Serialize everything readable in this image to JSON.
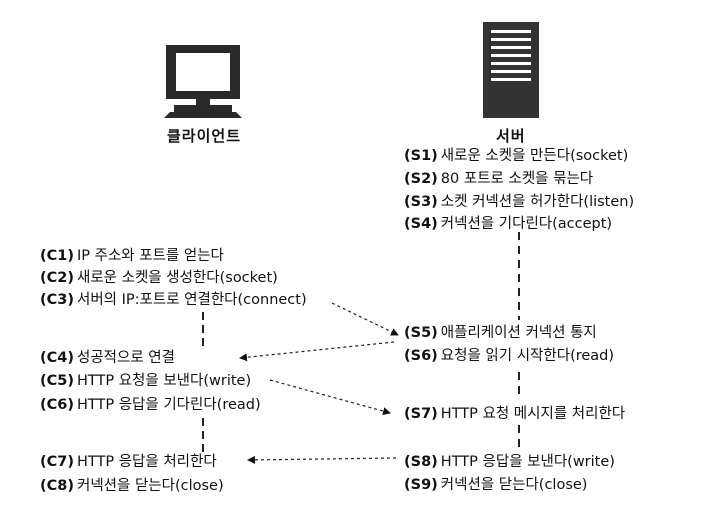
{
  "client": {
    "title": "클라이언트",
    "steps": [
      {
        "code": "(C1)",
        "text": "IP 주소와 포트를 얻는다"
      },
      {
        "code": "(C2)",
        "text": "새로운 소켓을 생성한다(socket)"
      },
      {
        "code": "(C3)",
        "text": "서버의 IP:포트로 연결한다(connect)"
      },
      {
        "code": "(C4)",
        "text": "성공적으로 연결"
      },
      {
        "code": "(C5)",
        "text": "HTTP 요청을 보낸다(write)"
      },
      {
        "code": "(C6)",
        "text": "HTTP 응답을 기다린다(read)"
      },
      {
        "code": "(C7)",
        "text": "HTTP 응답을 처리한다"
      },
      {
        "code": "(C8)",
        "text": "커넥션을 닫는다(close)"
      }
    ]
  },
  "server": {
    "title": "서버",
    "steps": [
      {
        "code": "(S1)",
        "text": "새로운 소켓을 만든다(socket)"
      },
      {
        "code": "(S2)",
        "text": "80 포트로 소켓을 묶는다"
      },
      {
        "code": "(S3)",
        "text": "소켓 커넥션을 허가한다(listen)"
      },
      {
        "code": "(S4)",
        "text": "커넥션을 기다린다(accept)"
      },
      {
        "code": "(S5)",
        "text": "애플리케이션 커넥션 통지"
      },
      {
        "code": "(S6)",
        "text": "요청을 읽기 시작한다(read)"
      },
      {
        "code": "(S7)",
        "text": "HTTP 요청 메시지를 처리한다"
      },
      {
        "code": "(S8)",
        "text": "HTTP 응답을 보낸다(write)"
      },
      {
        "code": "(S9)",
        "text": "커넥션을 닫는다(close)"
      }
    ]
  },
  "icons": {
    "client": "computer-icon",
    "server": "server-icon"
  }
}
